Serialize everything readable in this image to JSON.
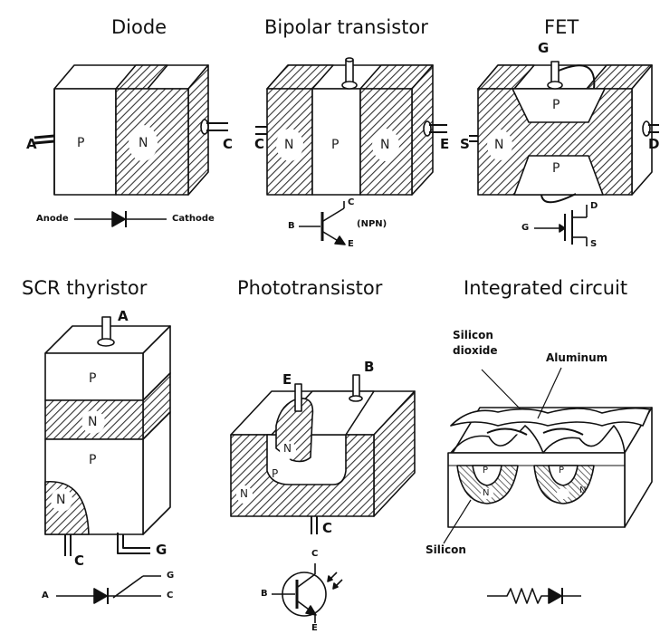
{
  "panels": {
    "diode": {
      "title": "Diode",
      "region_p": "P",
      "region_n": "N",
      "lead_a": "A",
      "lead_c": "C",
      "symbol_anode": "Anode",
      "symbol_cathode": "Cathode"
    },
    "bipolar": {
      "title": "Bipolar transistor",
      "region_n1": "N",
      "region_p": "P",
      "region_n2": "N",
      "lead_c": "C",
      "lead_e": "E",
      "symbol_b": "B",
      "symbol_c": "C",
      "symbol_e": "E",
      "symbol_type": "(NPN)"
    },
    "fet": {
      "title": "FET",
      "region_p_top": "P",
      "region_n": "N",
      "region_p_bottom": "P",
      "lead_g": "G",
      "lead_s": "S",
      "lead_d": "D",
      "symbol_g": "G",
      "symbol_d": "D",
      "symbol_s": "S"
    },
    "scr": {
      "title": "SCR thyristor",
      "region_p1": "P",
      "region_n1": "N",
      "region_p2": "P",
      "region_n2": "N",
      "lead_a": "A",
      "lead_c": "C",
      "lead_g": "G",
      "symbol_a": "A",
      "symbol_g": "G",
      "symbol_c": "C"
    },
    "phototransistor": {
      "title": "Phototransistor",
      "region_n_emitter": "N",
      "region_p": "P",
      "region_n": "N",
      "lead_e": "E",
      "lead_b": "B",
      "lead_c": "C",
      "symbol_b": "B",
      "symbol_c": "C",
      "symbol_e": "E"
    },
    "ic": {
      "title": "Integrated circuit",
      "label_oxide": "Silicon\ndioxide",
      "label_aluminum": "Aluminum",
      "label_silicon": "Silicon",
      "region_p1": "P",
      "region_n1": "N",
      "region_p2": "P",
      "region_n2": "N"
    }
  }
}
